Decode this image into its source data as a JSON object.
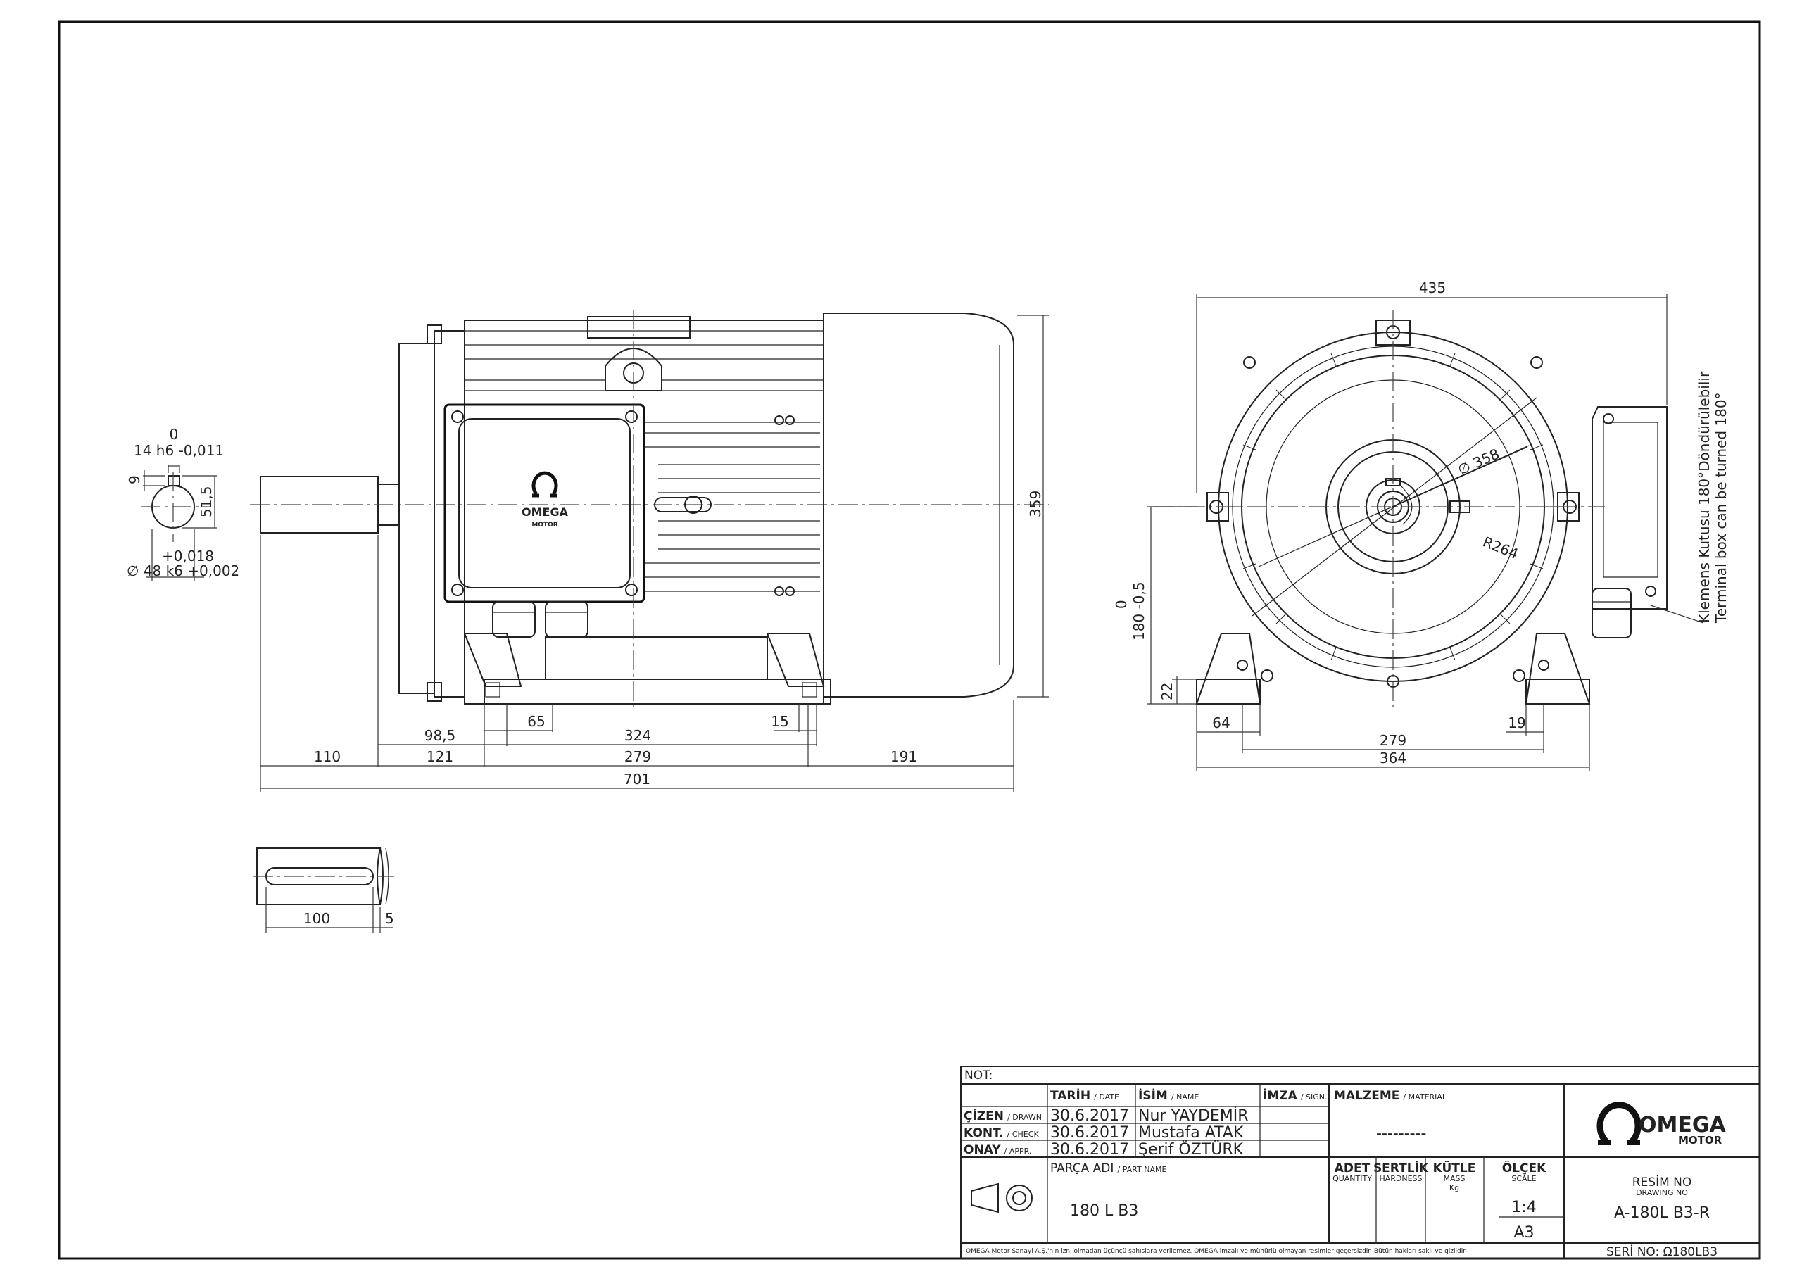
{
  "views": {
    "shaft_section": {
      "tol_upper_zero": "0",
      "key_width": "14 h6 -0,011",
      "key_depth": "9",
      "shaft_height": "51,5",
      "tol_plus": "+0,018",
      "shaft_dia": "∅ 48 k6 +0,002"
    },
    "side_view": {
      "height": "359",
      "d_98_5": "98,5",
      "d_65": "65",
      "d_324": "324",
      "d_15": "15",
      "d_110": "110",
      "d_121": "121",
      "d_279": "279",
      "d_191": "191",
      "d_701": "701",
      "logo_word": "OMEGA",
      "logo_sub": "MOTOR"
    },
    "key_view": {
      "d_100": "100",
      "d_5": "5"
    },
    "front_view": {
      "width": "435",
      "dia_358": "∅ 358",
      "radius": "R264",
      "shaft_h_zero": "0",
      "shaft_h": "180 -0,5",
      "foot_h": "22",
      "d_64": "64",
      "d_279": "279",
      "d_19": "19",
      "d_364": "364",
      "note_tr": "Klemens Kutusu 180°Döndürülebilir",
      "note_en": "Terminal box can be turned 180°"
    }
  },
  "title_block": {
    "not_label": "NOT:",
    "col_date": "TARİH",
    "col_date_en": "/ DATE",
    "col_name": "İSİM",
    "col_name_en": "/ NAME",
    "col_sign": "İMZA",
    "col_sign_en": "/ SIGN.",
    "material_label": "MALZEME",
    "material_label_en": "/ MATERIAL",
    "material_value": "---------",
    "rows": [
      {
        "role": "ÇİZEN",
        "role_en": "/ DRAWN",
        "date": "30.6.2017",
        "name": "Nur YAYDEMİR"
      },
      {
        "role": "KONT.",
        "role_en": "/ CHECK",
        "date": "30.6.2017",
        "name": "Mustafa ATAK"
      },
      {
        "role": "ONAY",
        "role_en": "/ APPR.",
        "date": "30.6.2017",
        "name": "Şerif ÖZTÜRK"
      }
    ],
    "part_label": "PARÇA ADI",
    "part_label_en": "/ PART NAME",
    "part_value": "180 L B3",
    "qty_label": "ADET",
    "qty_label_en": "QUANTITY",
    "hard_label": "SERTLİK",
    "hard_label_en": "HARDNESS",
    "mass_label": "KÜTLE",
    "mass_label_en": "MASS",
    "mass_unit": "Kg",
    "scale_label": "ÖLÇEK",
    "scale_label_en": "SCALE",
    "scale_value": "1:4",
    "paper_size": "A3",
    "drawing_label": "RESİM NO",
    "drawing_label_en": "DRAWING NO",
    "drawing_value": "A-180L B3-R",
    "serial": "SERİ NO: Ω180LB3",
    "logo_word": "OMEGA",
    "logo_sub": "MOTOR",
    "footer": "OMEGA Motor Sanayi A.Ş.'nin izni olmadan üçüncü şahıslara verilemez. OMEGA imzalı ve mühürlü olmayan resimler geçersizdir. Bütün hakları saklı ve gizlidir."
  }
}
